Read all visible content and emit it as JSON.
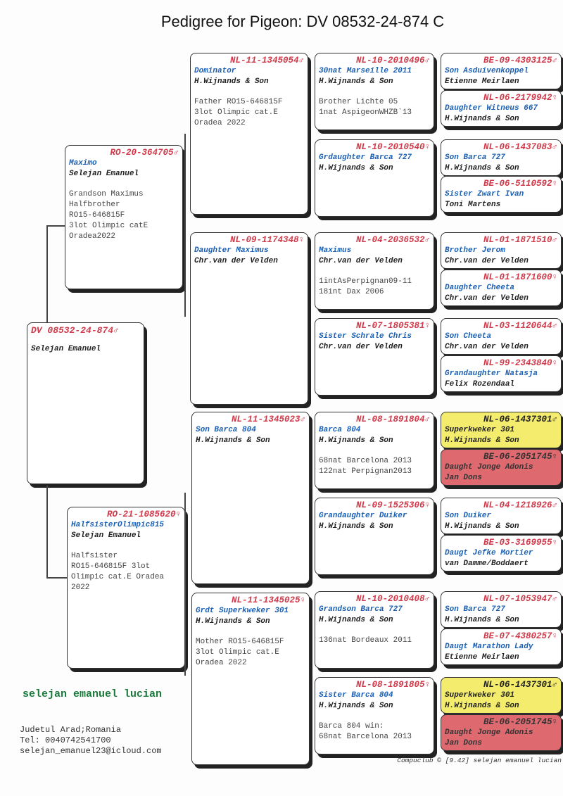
{
  "title": "Pedigree for Pigeon: DV  08532-24-874 C",
  "subject": {
    "ring": "DV   08532-24-874",
    "sex": "♂",
    "name": "",
    "owner": "Selejan Emanuel",
    "notes": ""
  },
  "generation2": [
    {
      "ring": "RO-20-364705",
      "sex": "♂",
      "name": "Maximo",
      "owner": "Selejan Emanuel",
      "notes": "Grandson Maximus\nHalfbrother\nRO15-646815F\n3lot Olimpic catE\nOradea2022"
    },
    {
      "ring": "RO-21-1085620",
      "sex": "♀",
      "name": "HalfsisterOlimpic815",
      "owner": "Selejan Emanuel",
      "notes": "Halfsister\nRO15-646815F 3lot\nOlimpic cat.E Oradea\n2022"
    }
  ],
  "generation3": [
    {
      "ring": "NL-11-1345054",
      "sex": "♂",
      "name": "Dominator",
      "owner": "H.Wijnands & Son",
      "notes": "Father RO15-646815F\n3lot Olimpic cat.E\nOradea 2022"
    },
    {
      "ring": "NL-09-1174348",
      "sex": "♀",
      "name": "Daughter Maximus",
      "owner": "Chr.van der Velden",
      "notes": ""
    },
    {
      "ring": "NL-11-1345023",
      "sex": "♂",
      "name": "Son Barca 804",
      "owner": "H.Wijnands & Son",
      "notes": ""
    },
    {
      "ring": "NL-11-1345025",
      "sex": "♀",
      "name": "Grdt Superkweker 301",
      "owner": "H.Wijnands & Son",
      "notes": "Mother RO15-646815F\n3lot Olimpic cat.E\nOradea 2022"
    }
  ],
  "generation4": [
    {
      "ring": "NL-10-2010496",
      "sex": "♂",
      "name": "30nat Marseille 2011",
      "owner": "H.Wijnands & Son",
      "notes": "Brother Lichte 05\n1nat AspigeonWHZB`13"
    },
    {
      "ring": "NL-10-2010540",
      "sex": "♀",
      "name": "Grdaughter Barca 727",
      "owner": "H.Wijnands & Son",
      "notes": ""
    },
    {
      "ring": "NL-04-2036532",
      "sex": "♂",
      "name": "Maximus",
      "owner": "Chr.van der Velden",
      "notes": "1intAsPerpignan09-11\n18int Dax 2006"
    },
    {
      "ring": "NL-07-1805381",
      "sex": "♀",
      "name": "Sister Schrale Chris",
      "owner": "Chr.van der Velden",
      "notes": ""
    },
    {
      "ring": "NL-08-1891804",
      "sex": "♂",
      "name": "Barca 804",
      "owner": "H.Wijnands & Son",
      "notes": "68nat Barcelona 2013\n122nat Perpignan2013"
    },
    {
      "ring": "NL-09-1525306",
      "sex": "♀",
      "name": "Grandaughter Duiker",
      "owner": "H.Wijnands & Son",
      "notes": ""
    },
    {
      "ring": "NL-10-2010408",
      "sex": "♂",
      "name": "Grandson Barca 727",
      "owner": "H.Wijnands & Son",
      "notes": "136nat Bordeaux 2011"
    },
    {
      "ring": "NL-08-1891805",
      "sex": "♀",
      "name": "Sister Barca 804",
      "owner": "H.Wijnands & Son",
      "notes": "Barca 804 win:\n68nat Barcelona 2013"
    }
  ],
  "generation5": [
    {
      "ring": "BE-09-4303125",
      "sex": "♂",
      "name": "Son Asduivenkoppel",
      "owner": "Etienne Meirlaen",
      "highlight": ""
    },
    {
      "ring": "NL-06-2179942",
      "sex": "♀",
      "name": "Daughter Witneus 667",
      "owner": "H.Wijnands & Son",
      "highlight": ""
    },
    {
      "ring": "NL-06-1437083",
      "sex": "♂",
      "name": "Son Barca 727",
      "owner": "H.Wijnands & Son",
      "highlight": ""
    },
    {
      "ring": "BE-06-5110592",
      "sex": "♀",
      "name": "Sister Zwart Ivan",
      "owner": "Toni Martens",
      "highlight": ""
    },
    {
      "ring": "NL-01-1871510",
      "sex": "♂",
      "name": "Brother Jerom",
      "owner": "Chr.van der Velden",
      "highlight": ""
    },
    {
      "ring": "NL-01-1871600",
      "sex": "♀",
      "name": "Daughter Cheeta",
      "owner": "Chr.van der Velden",
      "highlight": ""
    },
    {
      "ring": "NL-03-1120644",
      "sex": "♂",
      "name": "Son Cheeta",
      "owner": "Chr.van der Velden",
      "highlight": ""
    },
    {
      "ring": "NL-99-2343840",
      "sex": "♀",
      "name": "Grandaughter Natasja",
      "owner": "Felix Rozendaal",
      "highlight": ""
    },
    {
      "ring": "NL-06-1437301",
      "sex": "♂",
      "name": "Superkweker 301",
      "owner": "H.Wijnands & Son",
      "highlight": "yellow"
    },
    {
      "ring": "BE-06-2051745",
      "sex": "♀",
      "name": "Daught Jonge Adonis",
      "owner": "Jan Dons",
      "highlight": "red"
    },
    {
      "ring": "NL-04-1218926",
      "sex": "♂",
      "name": "Son Duiker",
      "owner": "H.Wijnands & Son",
      "highlight": ""
    },
    {
      "ring": "BE-03-3169955",
      "sex": "♀",
      "name": "Daugt Jefke Mortier",
      "owner": "van Damme/Boddaert",
      "highlight": ""
    },
    {
      "ring": "NL-07-1053947",
      "sex": "♂",
      "name": "Son Barca 727",
      "owner": "H.Wijnands & Son",
      "highlight": ""
    },
    {
      "ring": "BE-07-4380257",
      "sex": "♀",
      "name": "Daugt Marathon Lady",
      "owner": "Etienne Meirlaen",
      "highlight": ""
    },
    {
      "ring": "NL-06-1437301",
      "sex": "♂",
      "name": "Superkweker 301",
      "owner": "H.Wijnands & Son",
      "highlight": "yellow"
    },
    {
      "ring": "BE-06-2051745",
      "sex": "♀",
      "name": "Daught Jonge Adonis",
      "owner": "Jan Dons",
      "highlight": "red"
    }
  ],
  "footer": {
    "breeder": "selejan emanuel lucian",
    "address": "Judetul Arad;Romania",
    "phone": "Tel: 0040742541700",
    "email": "selejan_emanuel23@icloud.com",
    "credit": "Compuclub © [9.42]  selejan emanuel lucian"
  }
}
